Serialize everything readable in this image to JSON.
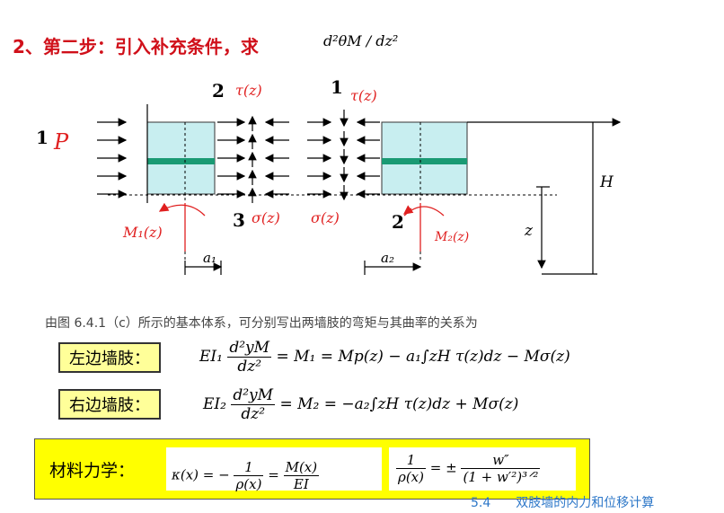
{
  "title": {
    "text": "2、第二步：引入补充条件，求",
    "formula": "d²θM / dz²"
  },
  "diagram": {
    "labels": {
      "sec1_left": "1",
      "load": "P",
      "sec2_top": "2",
      "tau_left": "τ(z)",
      "sec1_top": "1",
      "tau_right": "τ(z)",
      "moment_left": "M₁(z)",
      "sec3": "3",
      "sigma_left": "σ(z)",
      "sigma_right": "σ(z)",
      "sec2_bottom": "2",
      "moment_right": "M₂(z)",
      "height": "H",
      "z": "z",
      "a1": "a₁",
      "a2": "a₂"
    },
    "colors": {
      "wall_fill": "#c8eef0",
      "beam_fill": "#1a9a73",
      "accent_red": "#e02020"
    }
  },
  "description": "由图 6.4.1（c）所示的基本体系，可分别写出两墙肢的弯矩与其曲率的关系为",
  "left_wall": {
    "label": "左边墙肢：",
    "lhs": "EI₁",
    "num": "d²yM",
    "den": "dz²",
    "rhs": "= M₁ = Mp(z) − a₁∫zH τ(z)dz − Mσ(z)"
  },
  "right_wall": {
    "label": "右边墙肢：",
    "lhs": "EI₂",
    "num": "d²yM",
    "den": "dz²",
    "rhs": "= M₂ = −a₂∫zH τ(z)dz + Mσ(z)"
  },
  "mechanics": {
    "label": "材料力学：",
    "f1_lhs": "κ(x) = −",
    "f1_num1": "1",
    "f1_den1": "ρ(x)",
    "f1_eq": "=",
    "f1_num2": "M(x)",
    "f1_den2": "EI",
    "f2_num1": "1",
    "f2_den1": "ρ(x)",
    "f2_eq": "= ±",
    "f2_num2": "w″",
    "f2_den2": "(1 + w′²)³ᐟ²"
  },
  "footer": "5.4　　双肢墙的内力和位移计算"
}
